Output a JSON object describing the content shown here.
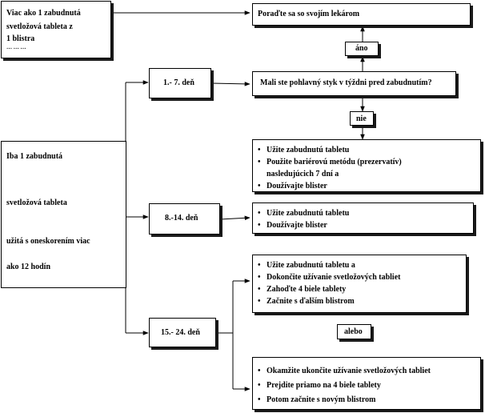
{
  "box_top_left": [
    "Viac ako 1 zabudnutá",
    "svetložová tableta z",
    "1 blistra",
    "… … …"
  ],
  "box_consult": "Poraďte sa so svojím lekárom",
  "label_ano": "áno",
  "box_question": "Mali ste pohlavný styk v týždni pred zabudnutím?",
  "label_nie": "nie",
  "list_nie": [
    {
      "line1": "Užite zabudnutú tabletu",
      "line2": ""
    },
    {
      "line1": "Použite bariérovú metódu (prezervatív)",
      "line2": "nasledujúcich 7 dní a"
    },
    {
      "line1": "Doužívajte blister",
      "line2": ""
    }
  ],
  "box_left": [
    "Iba 1 zabudnutá",
    "svetložová tableta",
    "užitá s oneskorením viac",
    "ako 12 hodín"
  ],
  "day_1_7": "1.- 7. deň",
  "day_8_14": "8.-14. deň",
  "day_15_24": "15.- 24. deň",
  "list_8_14": [
    "Užite zabudnutú tabletu",
    "Doužívajte blister"
  ],
  "list_15_a": [
    "Užite zabudnutú tabletu a",
    "Dokončite užívanie svetložových tabliet",
    "Zahoďte 4 biele tablety",
    "Začnite s ďalším blistrom"
  ],
  "label_alebo": "alebo",
  "list_15_b": [
    "Okamžite ukončite užívanie svetložových tabliet",
    "Prejdite priamo na 4 biele tablety",
    "Potom začnite s novým blistrom"
  ]
}
